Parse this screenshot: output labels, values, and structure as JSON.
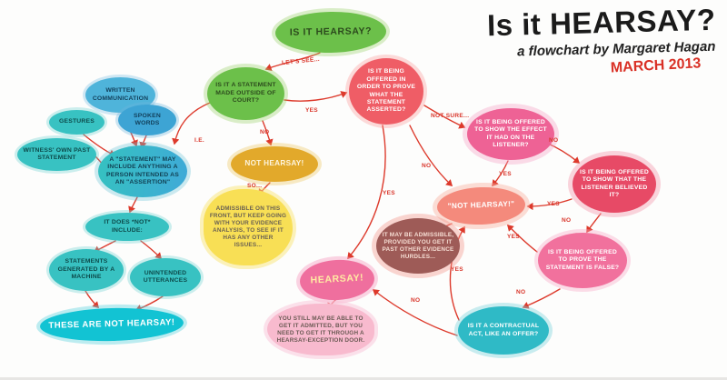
{
  "title": {
    "main": "Is it HEARSAY?",
    "subtitle": "a flowchart by Margaret Hagan",
    "date": "MARCH 2013"
  },
  "nodes": {
    "start": "IS IT HEARSAY?",
    "outside_court": "IS IT A STATEMENT MADE OUTSIDE OF COURT?",
    "prove_asserted": "IS IT BEING OFFERED IN ORDER TO PROVE WHAT THE STATEMENT ASSERTED?",
    "effect_listener": "IS IT BEING OFFERED TO SHOW THE EFFECT IT HAD ON THE LISTENER?",
    "listener_believed": "IS IT BEING OFFERED TO SHOW THAT THE LISTENER BELIEVED IT?",
    "statement_false": "IS IT BEING OFFERED TO PROVE THE STATEMENT IS FALSE?",
    "contractual_act": "IS IT A CONTRACTUAL ACT, LIKE AN OFFER?",
    "not_hearsay_center": "\"NOT HEARSAY!\"",
    "not_hearsay_yellow": "NOT HEARSAY!",
    "admissible_note": "ADMISSIBLE ON THIS FRONT, BUT KEEP GOING WITH YOUR EVIDENCE ANALYSIS, TO SEE IF IT HAS ANY OTHER ISSUES...",
    "may_be_admissible": "IT MAY BE ADMISSIBLE, PROVIDED YOU GET IT PAST OTHER EVIDENCE HURDLES...",
    "hearsay": "HEARSAY!",
    "exception_note": "YOU STILL MAY BE ABLE TO GET IT ADMITTED, BUT YOU NEED TO GET IT THROUGH A HEARSAY-EXCEPTION DOOR.",
    "written_communication": "WRITTEN COMMUNICATION",
    "gestures": "GESTURES",
    "spoken_words": "SPOKEN WORDS",
    "witness_statement": "WITNESS' OWN PAST STATEMENT",
    "statement_definition": "A \"STATEMENT\" MAY INCLUDE ANYTHING A PERSON INTENDED AS AN \"ASSERTION\"",
    "not_include": "IT DOES *NOT* INCLUDE:",
    "machine": "STATEMENTS GENERATED BY A MACHINE",
    "unintended": "UNINTENDED UTTERANCES",
    "these_not_hearsay": "THESE ARE NOT HEARSAY!"
  },
  "edge_labels": {
    "lets_see": "LET'S SEE...",
    "yes": "YES",
    "no": "NO",
    "ie": "I.E.",
    "so": "SO...",
    "not_sure": "NOT SURE..."
  },
  "colors": {
    "arrow_red": "#dd3a2c",
    "green": "#6cc04a",
    "question_red": "#ef5d66",
    "pink": "#ee6295",
    "crimson": "#e74a66",
    "rose": "#f1719d",
    "teal": "#2fbac6",
    "salmon": "#f48a7c",
    "gold": "#e2a92b",
    "yellow_note": "#f8df55",
    "maroon": "#9e5b57",
    "hot_pink": "#ef6f9e",
    "pink_note": "#f8bace",
    "blue": "#4fb4da",
    "teal_light": "#38c2c2",
    "cyan": "#12c3d3",
    "date_red": "#d93025"
  }
}
